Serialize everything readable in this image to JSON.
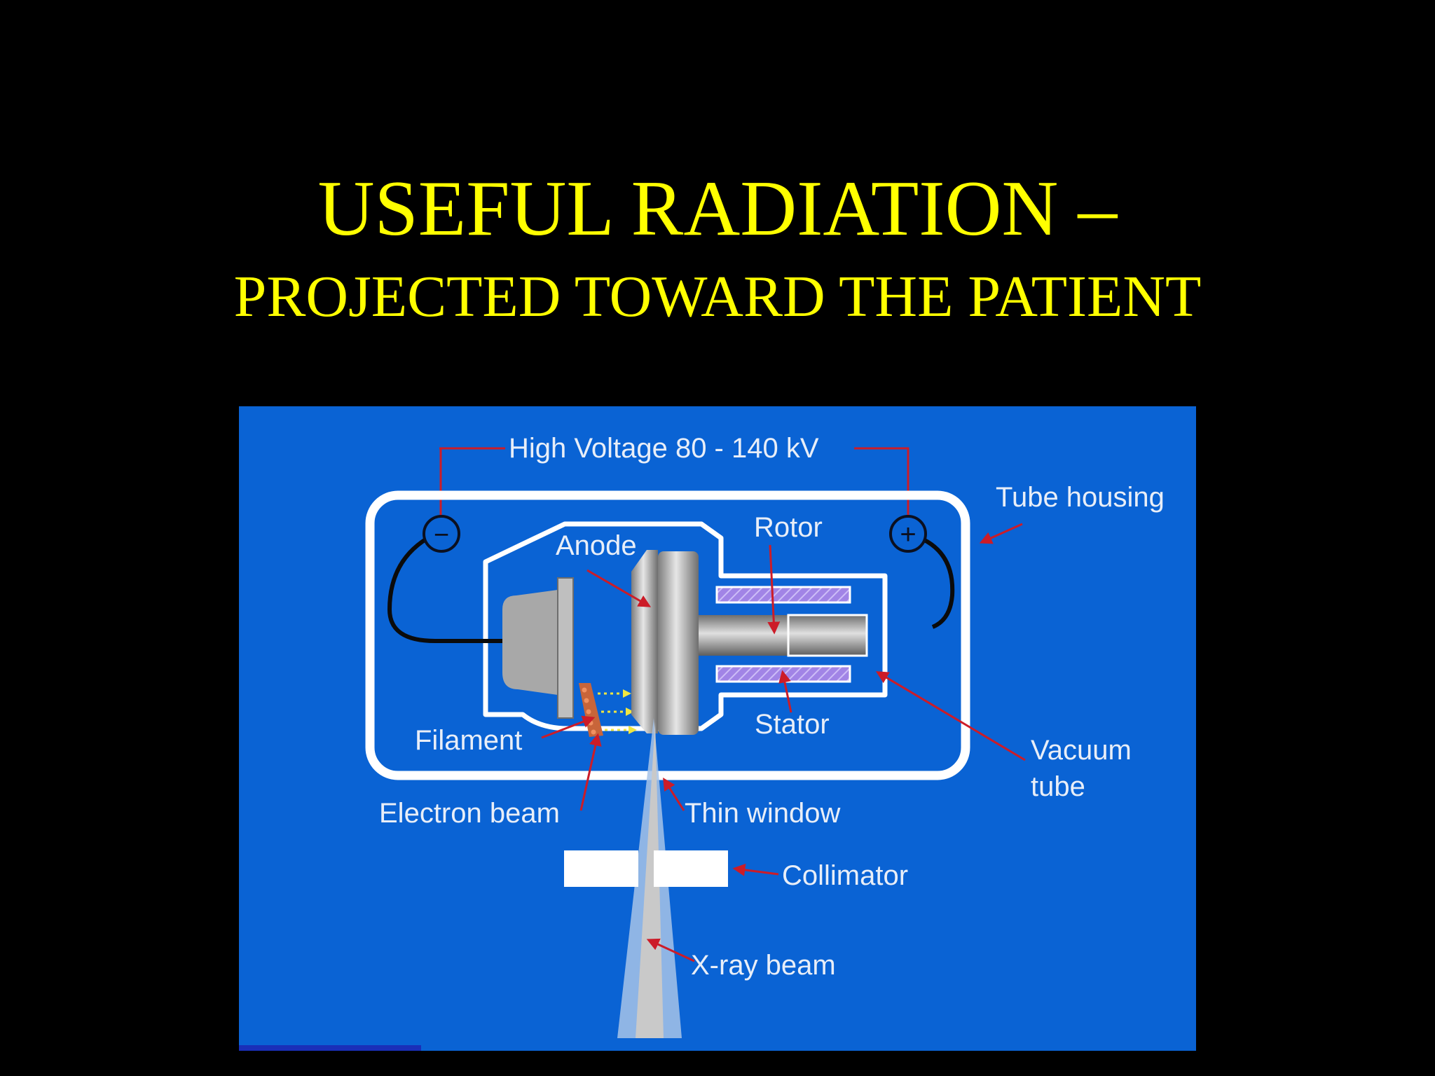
{
  "slide": {
    "title_line1": "USEFUL RADIATION –",
    "title_line2": "PROJECTED TOWARD THE PATIENT"
  },
  "diagram": {
    "colors": {
      "background": "#0a63d4",
      "housing": "#ffffff",
      "label": "#e8eef8",
      "pointer": "#cc1c28",
      "stator_coil": "#a184e6"
    },
    "labels": {
      "high_voltage": "High Voltage 80 - 140 kV",
      "tube_housing": "Tube housing",
      "rotor": "Rotor",
      "anode": "Anode",
      "filament": "Filament",
      "stator": "Stator",
      "vacuum_tube_1": "Vacuum",
      "vacuum_tube_2": "tube",
      "electron_beam": "Electron beam",
      "thin_window": "Thin window",
      "collimator": "Collimator",
      "xray_beam": "X-ray beam"
    },
    "terminals": {
      "negative": "−",
      "positive": "+"
    }
  }
}
